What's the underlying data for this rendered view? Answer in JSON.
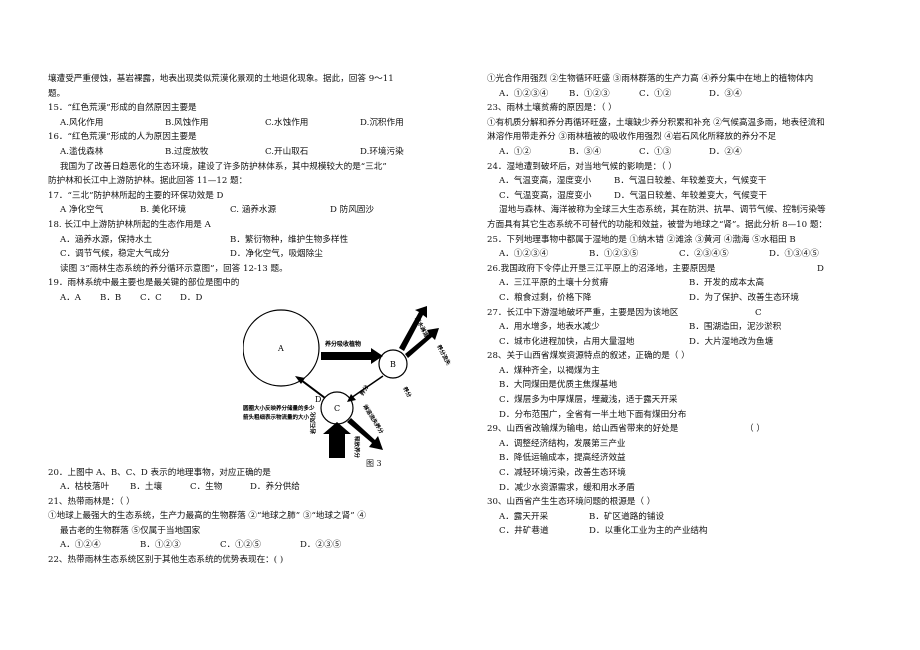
{
  "left": {
    "intro1": "壤遭受严重侵蚀，基岩裸露，地表出现类似荒漠化景观的土地退化现象。据此，回答 9～11",
    "intro2": "题。",
    "q15": "15．“红色荒漠”形成的自然原因主要是",
    "q15_opts": [
      "A.风化作用",
      "B.风蚀作用",
      "C.水蚀作用",
      "D.沉积作用"
    ],
    "q16": "16．“红色荒漠”形成的人为原因主要是",
    "q16_opts": [
      "A.滥伐森林",
      "B.过度放牧",
      "C.开山取石",
      "D.环境污染"
    ],
    "intro3": "我国为了改善日趋恶化的生态环境，建设了许多防护林体系，其中规模较大的是“三北”",
    "intro4": "防护林和长江中上游防护林。据此回答 11—12 题：",
    "q17": "17．“三北”防护林所起的主要的环保功效是 D",
    "q17_opts": [
      "A  净化空气",
      "B. 美化环境",
      "C. 涵养水源",
      "D  防风固沙"
    ],
    "q18": "18. 长江中上游防护林所起的生态作用是 A",
    "q18_a": "A．涵养水源，保持水土",
    "q18_b": "B．繁衍物种，维护生物多样性",
    "q18_c": "C．调节气候，稳定大气成分",
    "q18_d": "D．净化空气，吸烟除尘",
    "fig_intro": "读图 3“雨林生态系统的养分循环示意图”，回答 12-13 题。",
    "q19": "19．雨林系统中最主要也是最关键的部位是图中的",
    "q19_opts": [
      "A．A",
      "B．B",
      "C．C",
      "D．D"
    ],
    "fig": {
      "label_a": "A",
      "label_b": "B",
      "label_c": "C",
      "label_d": "D",
      "arrow_ac": "养分供给",
      "arrow_top": "养分吸收植物",
      "arrow_b_in": "养分",
      "arrow_b_out": "养分",
      "arrow_right1": "雨水淋溶",
      "arrow_right2": "养分流失",
      "arrow_leach": "淋溶流失养分",
      "arrow_weather": "岩石风化",
      "arrow_release": "释放养分",
      "note1": "圆圈大小反映养分储量的多少",
      "note2": "箭头粗细表示物流量的大小",
      "caption": "图 3"
    },
    "q20": "20．上图中 A、B、C、D 表示的地理事物，对应正确的是",
    "q20_opts": [
      "A．枯枝落叶",
      "B．土壤",
      "C．生物",
      "D．养分供给"
    ],
    "q21": "21、热带雨林是：（     ）",
    "q21_l1": "①地球上最强大的生态系统，生产力最高的生物群落   ②“地球之肺”   ③“地球之肾”   ④",
    "q21_l2": "最古老的生物群落          ⑤仅属于当地国家",
    "q21_opts": [
      "A．①②④",
      "B．①②③",
      "C．①②⑤",
      "D．②③⑤"
    ],
    "q22": "22、热带雨林生态系统区别于其他生态系统的优势表现在：(      )"
  },
  "right": {
    "q22_items": "①光合作用强烈   ②生物循环旺盛   ③雨林群落的生产力高      ④养分集中在地上的植物体内",
    "q22_opts": [
      "A．①②③④",
      "B．①②③",
      "C．①②",
      "D．③④"
    ],
    "q23": "23、雨林土壤贫瘠的原因是：（    ）",
    "q23_l1": "①有机质分解和养分再循环旺盛，土壤缺少养分积累和补充   ②气候高温多雨，地表径流和",
    "q23_l2": "淋溶作用带走养分    ③雨林植被的吸收作用强烈   ④岩石风化所释放的养分不足",
    "q23_opts": [
      "A．①②",
      "B．③④",
      "C．①③",
      "D．②④"
    ],
    "q24": "24．湿地遭到破坏后，对当地气候的影响是：（     ）",
    "q24_a": "A．气温变高，湿度变小",
    "q24_b": "B．气温日较差、年较差变大，气候变干",
    "q24_c": "C．气温变高，湿度变小",
    "q24_d": "D．气温日较差、年较差变大，气候变干",
    "intro5": "湿地与森林、海洋被称为全球三大生态系统，其在防洪、抗旱、调节气候、控制污染等",
    "intro6": "方面具有其它生态系统不可替代的功能和效益，被誉为地球之“肾”。据此分析 8—10 题：",
    "q25": "25．下列地理事物中都属于湿地的是   ①纳木错  ②滩涂  ③黄河  ④渤海  ⑤水稻田 B",
    "q25_opts": [
      "A．①②③④",
      "B．①②③⑤",
      "C．②③④⑤",
      "D．①③④⑤"
    ],
    "q26": "26.我国政府下令停止开垦三江平原上的沼泽地，主要原因是",
    "q26_ans": "D",
    "q26_a": "A．三江平原的土壤十分贫瘠",
    "q26_b": "B．开发的成本太高",
    "q26_c": "C．粮食过剩，价格下降",
    "q26_d": "D．为了保护、改善生态环境",
    "q27": "27．长江中下游湿地破坏严重，主要是因为该地区",
    "q27_ans": "C",
    "q27_a": "A．用水增多，地表水减少",
    "q27_b": "B．围湖造田，泥沙淤积",
    "q27_c": "C．城市化进程加快，占用大量湿地",
    "q27_d": "D．大片湿地改为鱼塘",
    "q28": "28、关于山西省煤炭资源特点的叙述，正确的是（     ）",
    "q28_a": "A．煤种齐全，以褐煤为主",
    "q28_b": "B．大同煤田是优质主焦煤基地",
    "q28_c": "C．煤层多为中厚煤层，埋藏浅，适于露天开采",
    "q28_d": "D．分布范围广，全省有一半土地下面有煤田分布",
    "q29": "29、山西省改输煤为输电，给山西省带来的好处是",
    "q29_paren": "（     ）",
    "q29_a": "A．调整经济结构，发展第三产业",
    "q29_b": "B．降低运输成本，提高经济效益",
    "q29_c": "C．减轻环境污染，改善生态环境",
    "q29_d": "D．减少水资源需求，缓和用水矛盾",
    "q30": "30、山西省产生生态环境问题的根源是（     ）",
    "q30_a": "A．露天开采",
    "q30_b": "B．矿区道路的铺设",
    "q30_c": "C．井矿巷道",
    "q30_d": "D．以重化工业为主的产业结构"
  }
}
